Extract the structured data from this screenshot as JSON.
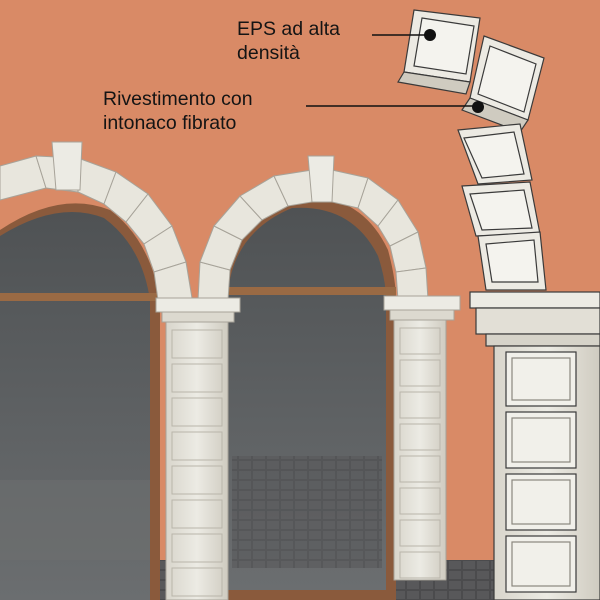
{
  "labels": {
    "eps_line1": "EPS ad alta",
    "eps_line2": "densità",
    "rivestimento_line1": "Rivestimento con",
    "rivestimento_line2": "intonaco fibrato"
  },
  "colors": {
    "wall": "#d98a66",
    "stone": "#e8e6dd",
    "stone_shadow": "#c9c6bb",
    "glass": "#5d6062",
    "wood_frame": "#8a5a3c",
    "pavement": "#4a4a4c",
    "leader": "#111111"
  }
}
